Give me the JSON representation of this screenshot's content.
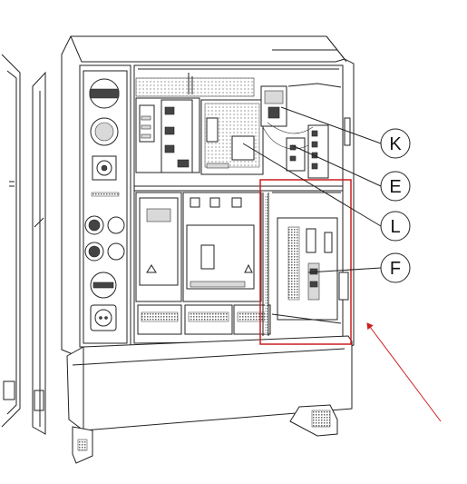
{
  "diagram": {
    "callouts": [
      {
        "id": "K",
        "label": "K"
      },
      {
        "id": "E",
        "label": "E"
      },
      {
        "id": "L",
        "label": "L"
      },
      {
        "id": "F",
        "label": "F"
      }
    ],
    "colors": {
      "line": "#222222",
      "highlight": "#cc1f1f",
      "background": "#ffffff"
    }
  }
}
